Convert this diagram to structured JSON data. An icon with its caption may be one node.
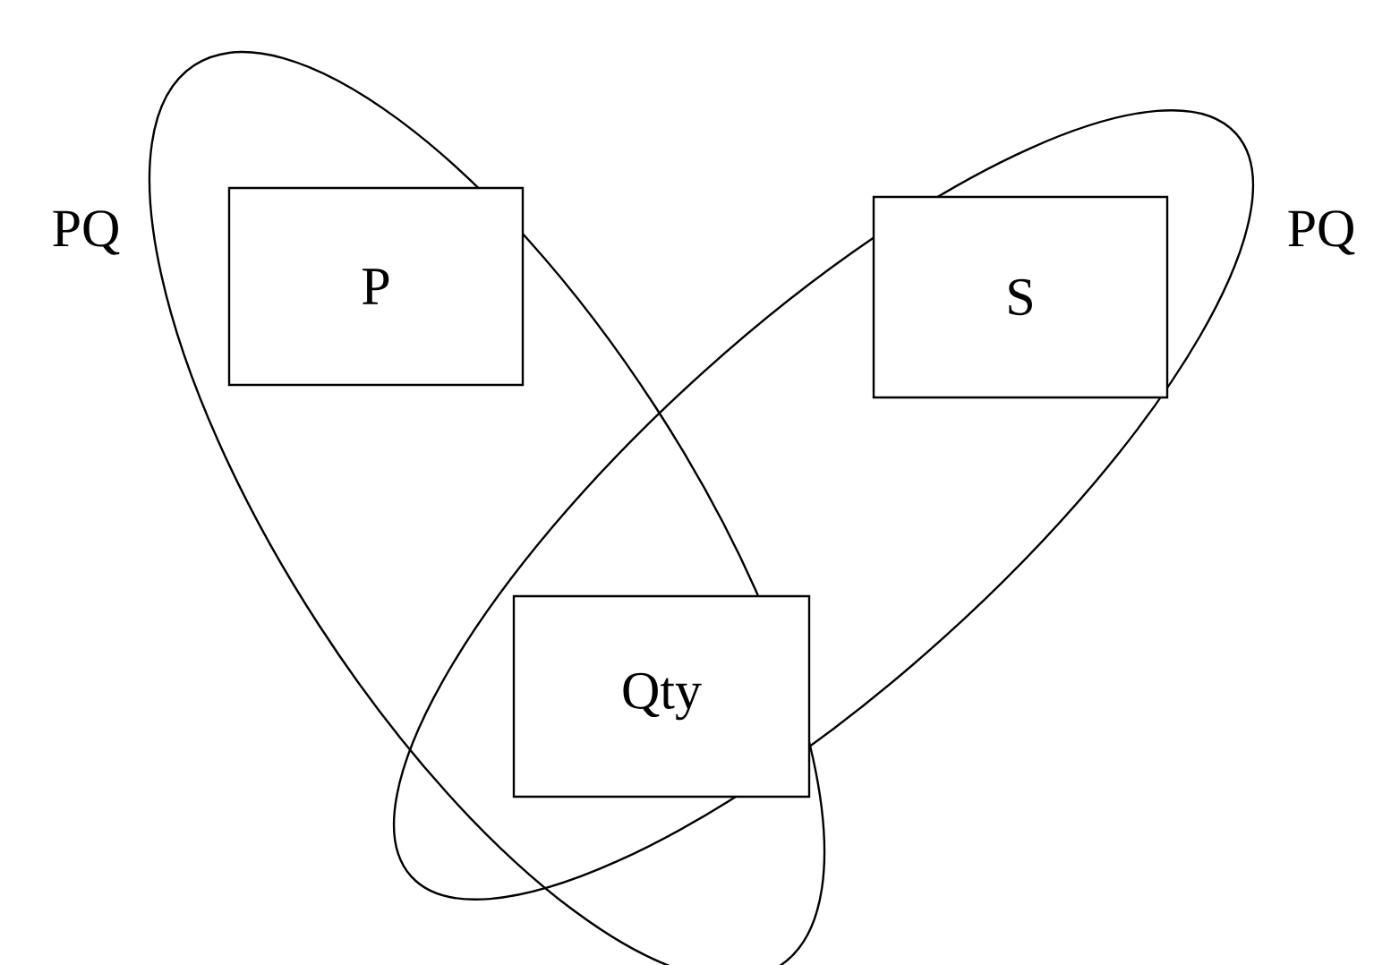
{
  "diagram": {
    "nodes": [
      {
        "text": [
          "PQ"
        ]
      },
      {
        "text": [
          "PQ"
        ]
      },
      {
        "text": [
          "P"
        ],
        "in": 0
      },
      {
        "text": [
          "S"
        ],
        "in": 1
      },
      {
        "text": [
          "Qty"
        ]
      }
    ]
  }
}
